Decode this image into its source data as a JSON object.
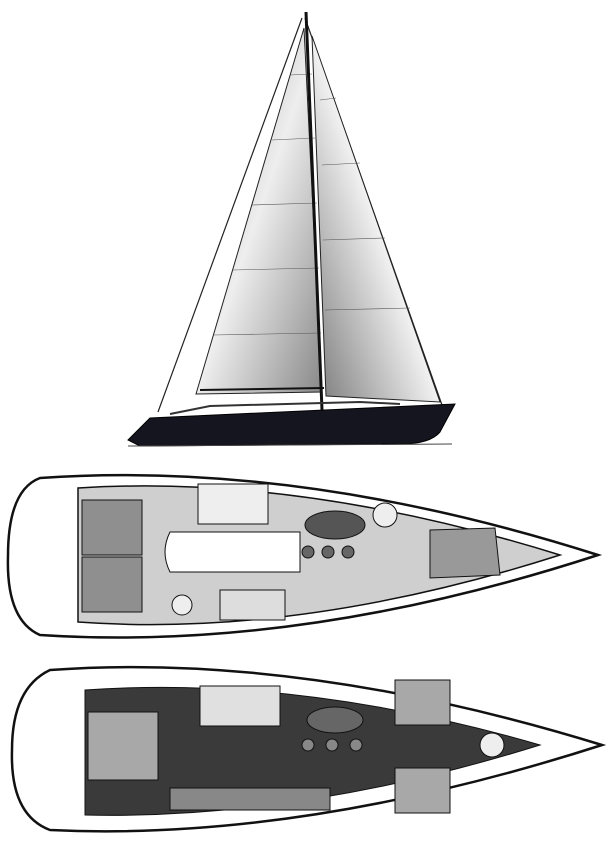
{
  "colors": {
    "background": "#ffffff",
    "line": "#111111",
    "hull": "#15151f",
    "sail_shade": "#8a8a8a",
    "cabin_fill": "#9a9a9a",
    "floor_dark": "#3a3a3a",
    "floor_light": "#d8d8d8"
  },
  "views": [
    {
      "name": "sail-plan"
    },
    {
      "name": "deck-layout"
    },
    {
      "name": "interior-layout"
    }
  ]
}
